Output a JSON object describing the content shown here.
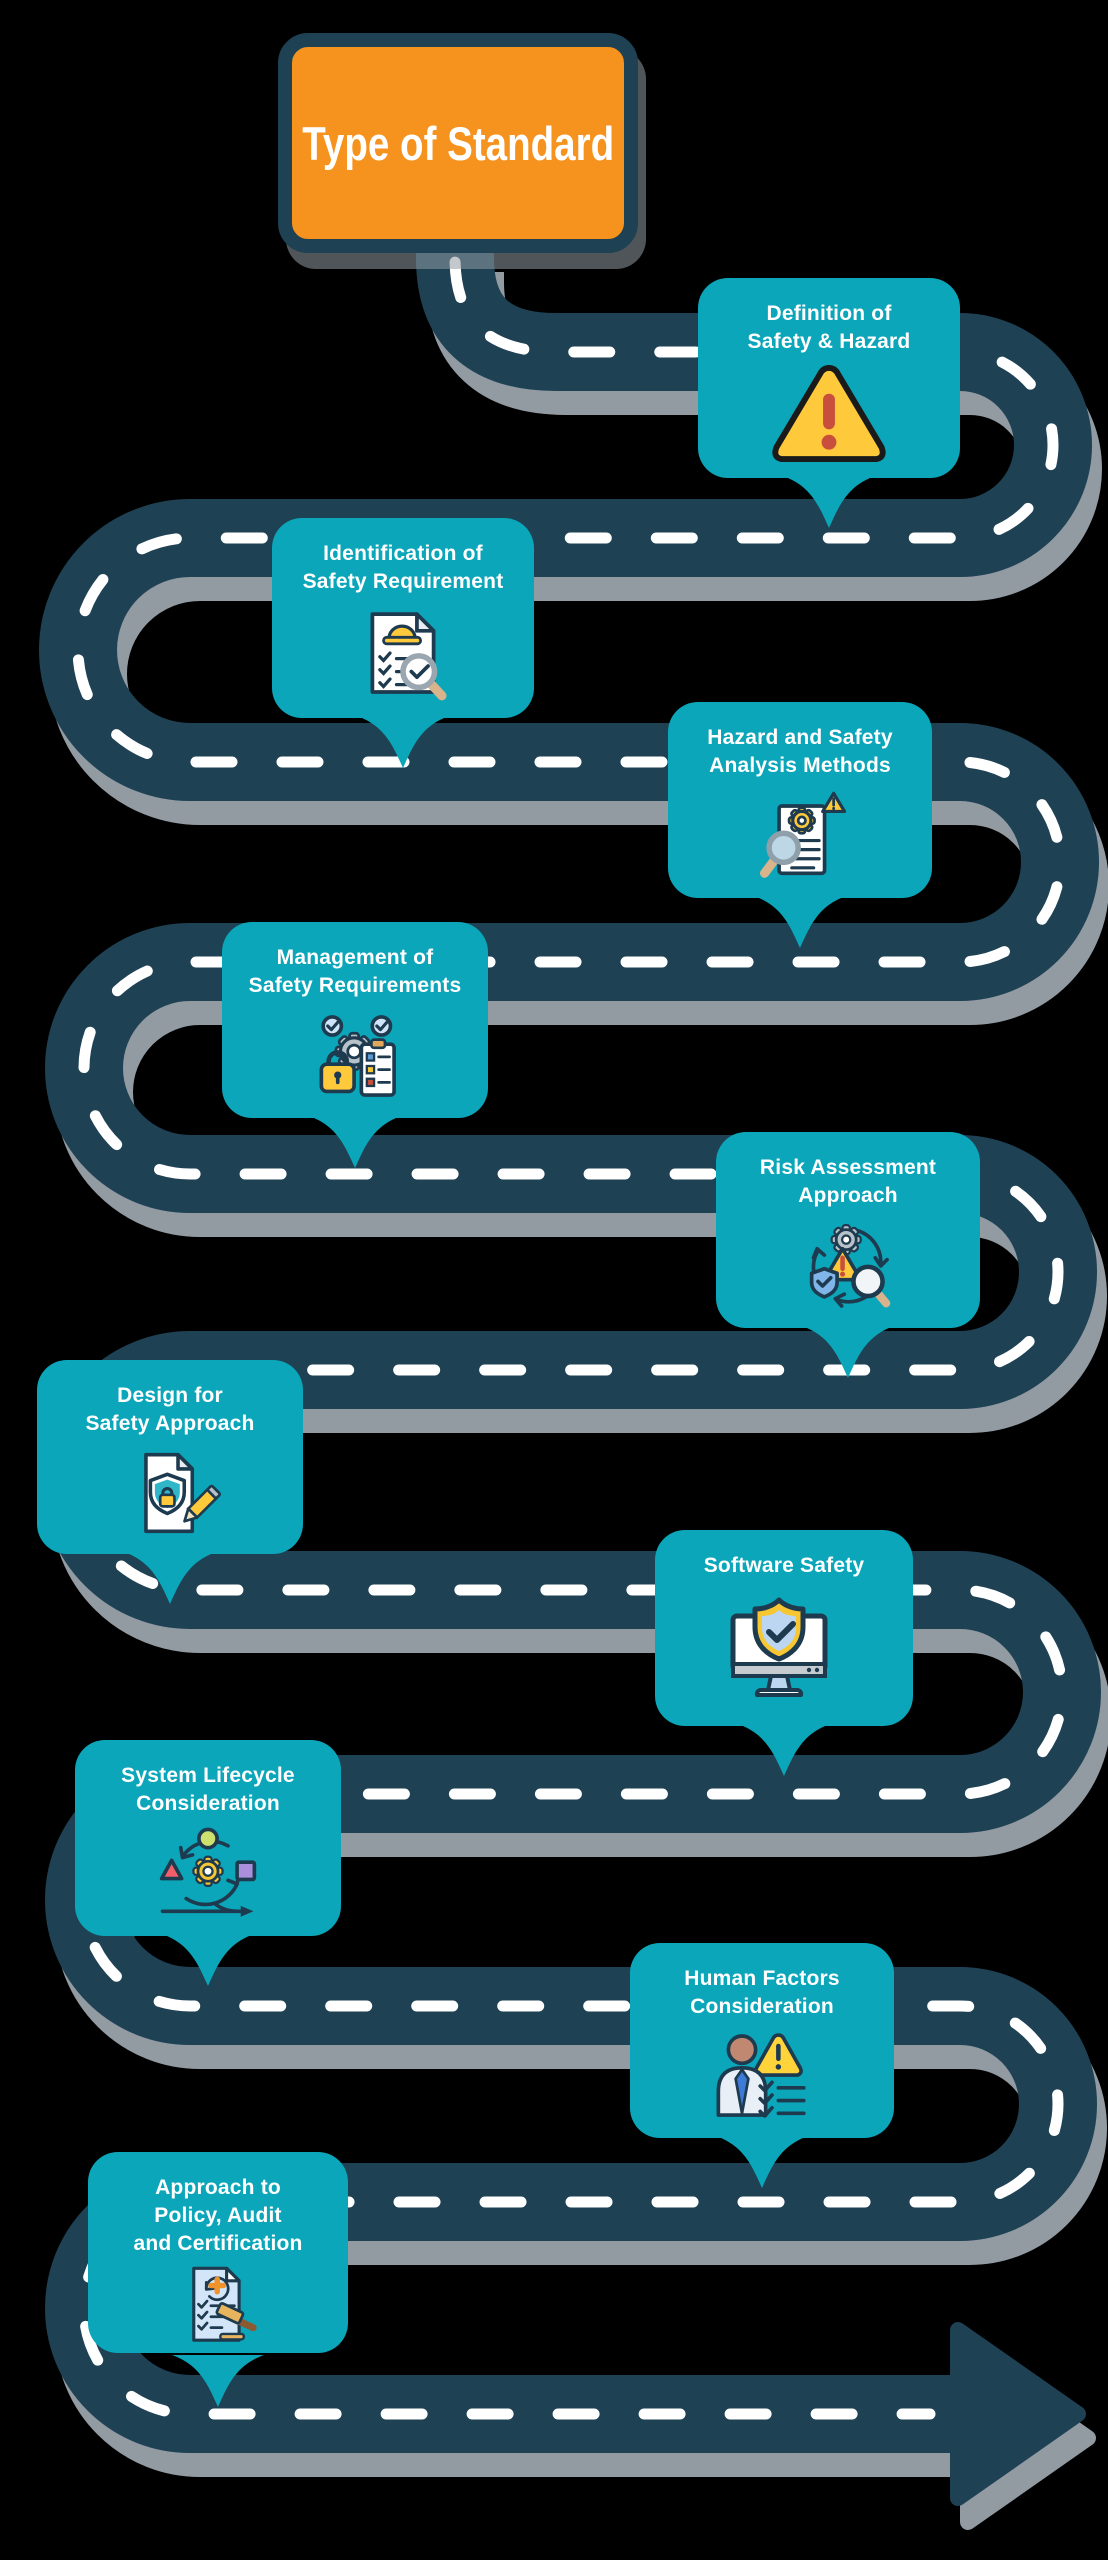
{
  "title": {
    "label": "Type of Standard"
  },
  "colors": {
    "background": "#000000",
    "road": "#1E4154",
    "road_shadow": "#929AA2",
    "lane_dash": "#FFFFFF",
    "callout_fill": "#0BA6B9",
    "sign_fill": "#F6921E",
    "sign_border": "#1E4154",
    "text": "#FFFFFF",
    "icon_yellow": "#FFC93C",
    "icon_red": "#C94F3D"
  },
  "road": {
    "style": "winding road with white dashed center line",
    "end": "arrowhead pointing right"
  },
  "callouts": [
    {
      "label": "Definition of\nSafety & Hazard",
      "icon": "warning-triangle-icon"
    },
    {
      "label": "Identification of\nSafety Requirement",
      "icon": "document-hardhat-magnifier-icon"
    },
    {
      "label": "Hazard and Safety\nAnalysis Methods",
      "icon": "document-gear-warning-magnifier-icon"
    },
    {
      "label": "Management of\nSafety Requirements",
      "icon": "gear-lock-clipboard-icon"
    },
    {
      "label": "Risk Assessment\nApproach",
      "icon": "risk-cycle-warning-shield-magnifier-icon"
    },
    {
      "label": "Design for\nSafety Approach",
      "icon": "document-shield-lock-pencil-icon"
    },
    {
      "label": "Software Safety",
      "icon": "monitor-shield-check-icon"
    },
    {
      "label": "System Lifecycle\nConsideration",
      "icon": "lifecycle-shapes-gear-icon"
    },
    {
      "label": "Human Factors\nConsideration",
      "icon": "person-warning-checklist-icon"
    },
    {
      "label": "Approach to\nPolicy, Audit\nand Certification",
      "icon": "document-gavel-cycle-icon"
    }
  ]
}
